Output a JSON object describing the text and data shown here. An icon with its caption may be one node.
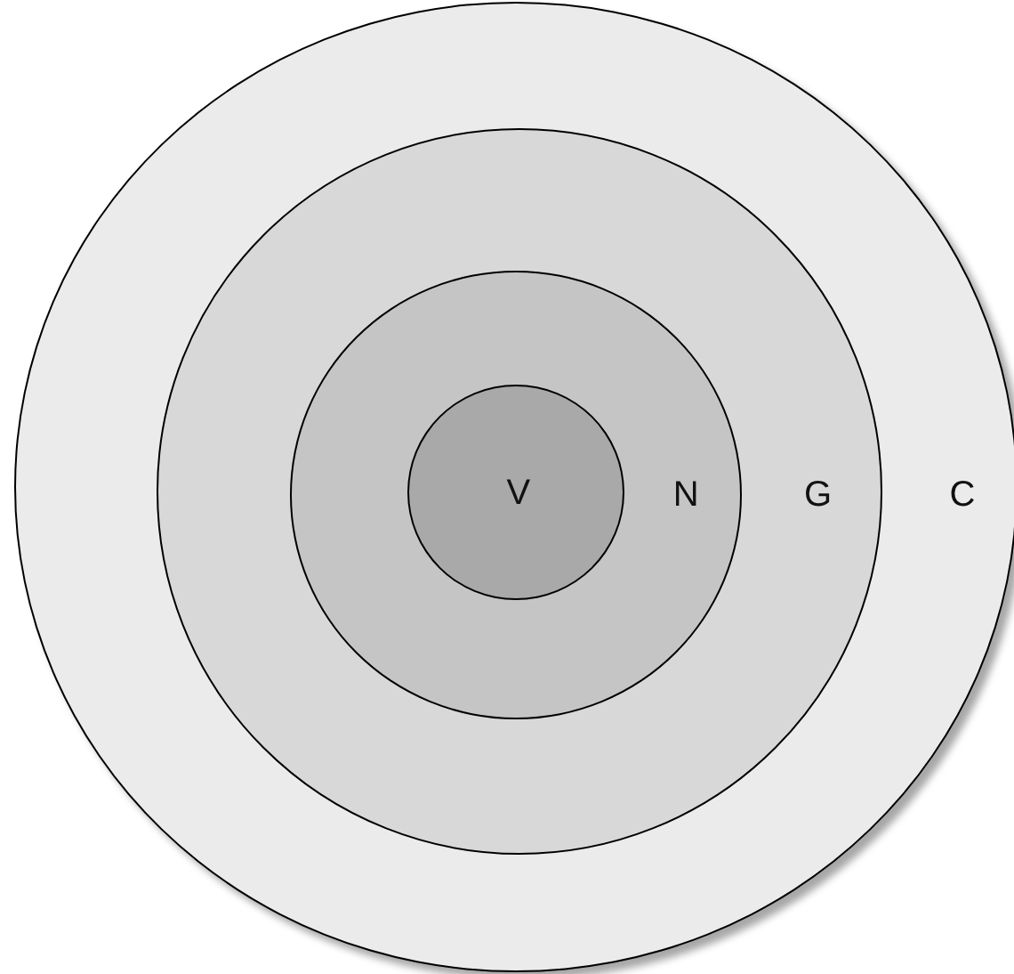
{
  "diagram": {
    "nodes": [
      {
        "text": [
          "C"
        ]
      },
      {
        "text": [
          "G"
        ],
        "in": 0
      },
      {
        "text": [
          "N"
        ],
        "in": 1
      },
      {
        "text": [
          "V"
        ],
        "in": 2
      }
    ]
  }
}
